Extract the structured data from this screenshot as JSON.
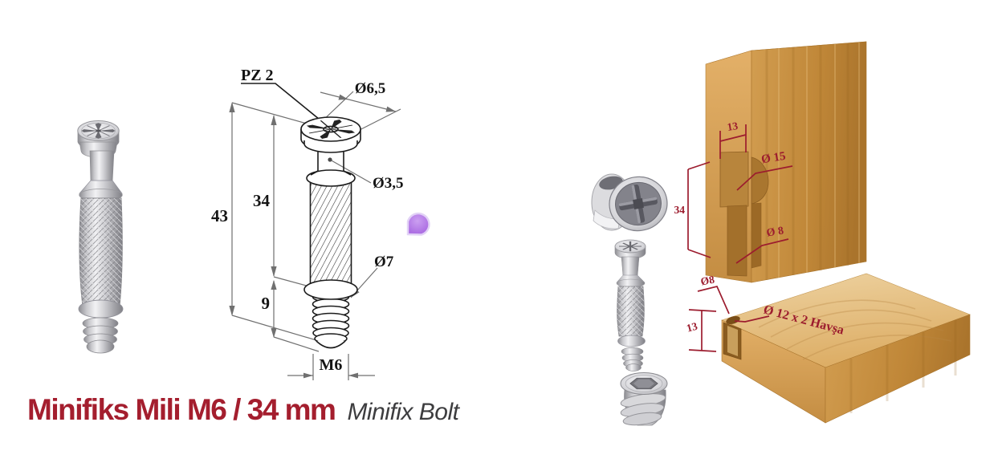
{
  "title": {
    "main": "Minifiks Mili M6 / 34 mm",
    "sub": "Minifix Bolt"
  },
  "drawing": {
    "pz2": "PZ 2",
    "dia65": "Ø6,5",
    "dia35": "Ø3,5",
    "len43": "43",
    "len34": "34",
    "len9": "9",
    "dia7": "Ø7",
    "m6": "M6"
  },
  "assembly": {
    "notch13": "13",
    "dia15": "Ø 15",
    "depth34": "34",
    "dia8_edge": "Ø 8",
    "dia8_face": "Ø8",
    "depth13": "13",
    "countersink": "Ø 12 x 2 Havşa"
  },
  "colors": {
    "dimension_red": "#9c1c2e",
    "title_red": "#a41e2e",
    "marker_purple": "#b06fe0",
    "wood_light": "#e2b873",
    "wood_dark": "#b07a2e"
  }
}
